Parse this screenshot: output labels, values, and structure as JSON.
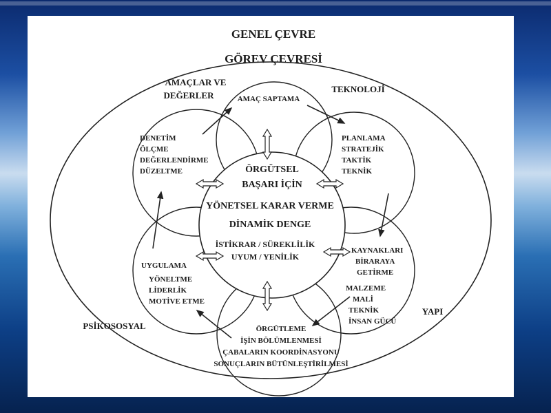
{
  "diagram": {
    "title_outer": "GENEL ÇEVRE",
    "title_inner": "GÖREV ÇEVRESİ",
    "corner_labels": {
      "amaclar_line1": "AMAÇLAR VE",
      "amaclar_line2": "DEĞERLER",
      "teknoloji": "TEKNOLOJİ",
      "psikososyal": "PSİKOSOSYAL",
      "yapi": "YAPI"
    },
    "top_circle": {
      "line1": "AMAÇ SAPTAMA"
    },
    "top_right_circle": {
      "line1": "PLANLAMA",
      "line2": "STRATEJİK",
      "line3": "TAKTİK",
      "line4": "TEKNİK"
    },
    "bottom_right_circle": {
      "line1": "KAYNAKLARI",
      "line2": "BİRARAYA",
      "line3": "GETİRME",
      "line4": "MALZEME",
      "line5": "MALİ",
      "line6": "TEKNİK",
      "line7": "İNSAN GÜCÜ"
    },
    "bottom_circle": {
      "line1": "ÖRGÜTLEME",
      "line2": "İŞİN BÖLÜMLENMESİ",
      "line3": "ÇABALARIN KOORDİNASYONU",
      "line4": "SONUÇLARIN BÜTÜNLEŞTİRİLMESİ"
    },
    "bottom_left_circle": {
      "line1": "UYGULAMA",
      "line2": "YÖNELTME",
      "line3": "LİDERLİK",
      "line4": "MOTİVE ETME"
    },
    "top_left_circle": {
      "line1": "DENETİM",
      "line2": "ÖLÇME",
      "line3": "DEĞERLENDİRME",
      "line4": "DÜZELTME"
    },
    "center_circle": {
      "line1": "ÖRGÜTSEL",
      "line2": "BAŞARI İÇİN",
      "line3": "YÖNETSEL KARAR VERME",
      "line4": "DİNAMİK DENGE",
      "line5": "İSTİKRAR / SÜREKLİLİK",
      "line6": "UYUM / YENİLİK"
    }
  }
}
